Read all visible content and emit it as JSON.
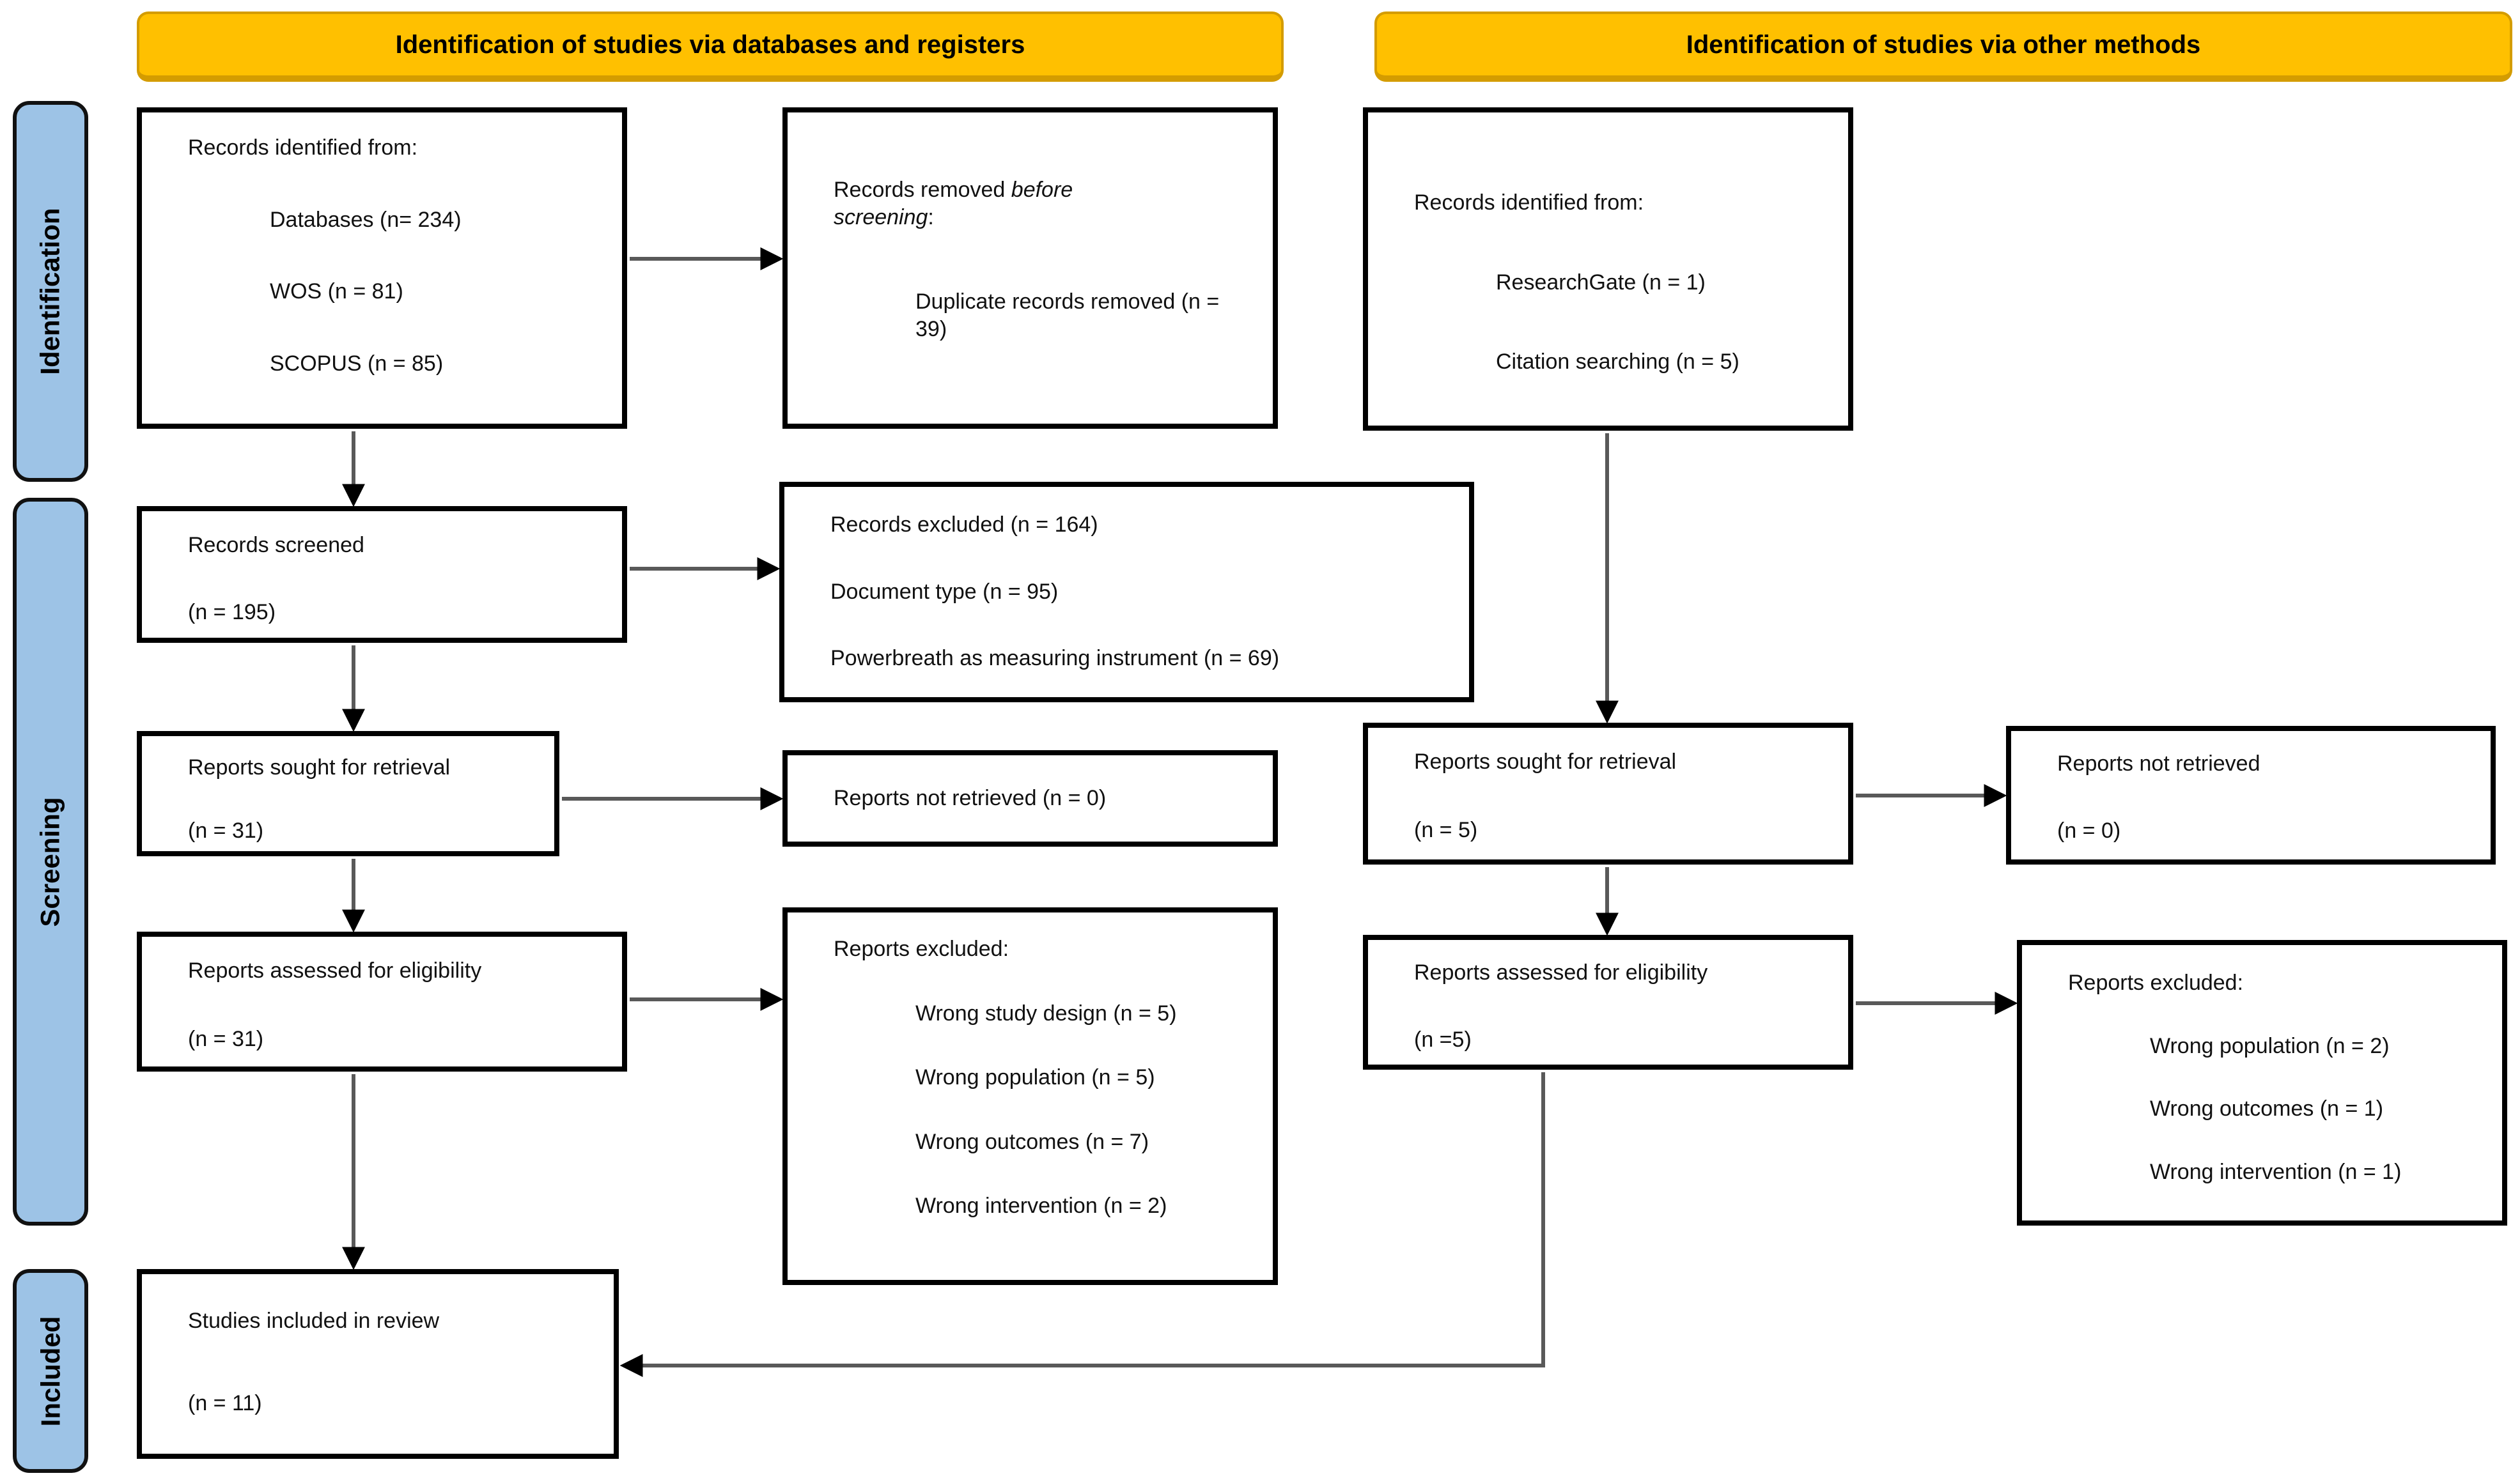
{
  "colors": {
    "banner_fill": "#FFC000",
    "banner_border": "#D49C00",
    "stage_fill": "#9DC3E6",
    "arrow_line": "#595959"
  },
  "banners": {
    "left": "Identification of studies via databases and registers",
    "right": "Identification of studies via other methods"
  },
  "stages": {
    "identification": "Identification",
    "screening": "Screening",
    "included": "Included"
  },
  "left_col": {
    "records_identified": {
      "title": "Records identified from:",
      "items": [
        "Databases (n= 234)",
        "WOS (n = 81)",
        "SCOPUS (n = 85)"
      ]
    },
    "records_removed": {
      "prefix": "Records removed ",
      "italic": "before screening",
      "suffix": ":",
      "item": "Duplicate records removed (n = 39)"
    },
    "records_screened": {
      "line1": "Records screened",
      "line2": "(n = 195)"
    },
    "records_excluded": {
      "lines": [
        "Records excluded (n = 164)",
        "Document type (n = 95)",
        "Powerbreath as measuring instrument (n = 69)"
      ]
    },
    "reports_sought": {
      "line1": "Reports sought for retrieval",
      "line2": "(n = 31)"
    },
    "reports_not_retrieved": {
      "line1": "Reports not retrieved (n = 0)"
    },
    "reports_assessed": {
      "line1": "Reports assessed for eligibility",
      "line2": "(n = 31)"
    },
    "reports_excluded": {
      "title": "Reports excluded:",
      "items": [
        "Wrong study design (n = 5)",
        "Wrong population (n = 5)",
        "Wrong outcomes (n = 7)",
        "Wrong intervention (n = 2)"
      ]
    },
    "studies_included": {
      "line1": "Studies included in review",
      "line2": "(n = 11)"
    }
  },
  "right_col": {
    "records_identified": {
      "title": "Records identified from:",
      "items": [
        "ResearchGate (n = 1)",
        "Citation searching (n = 5)"
      ]
    },
    "reports_sought": {
      "line1": "Reports sought for retrieval",
      "line2": "(n = 5)"
    },
    "reports_not_retrieved": {
      "line1": "Reports not retrieved",
      "line2": "(n = 0)"
    },
    "reports_assessed": {
      "line1": "Reports assessed for eligibility",
      "line2": "(n =5)"
    },
    "reports_excluded": {
      "title": "Reports excluded:",
      "items": [
        "Wrong population (n = 2)",
        "Wrong outcomes (n = 1)",
        "Wrong intervention (n = 1)"
      ]
    }
  }
}
